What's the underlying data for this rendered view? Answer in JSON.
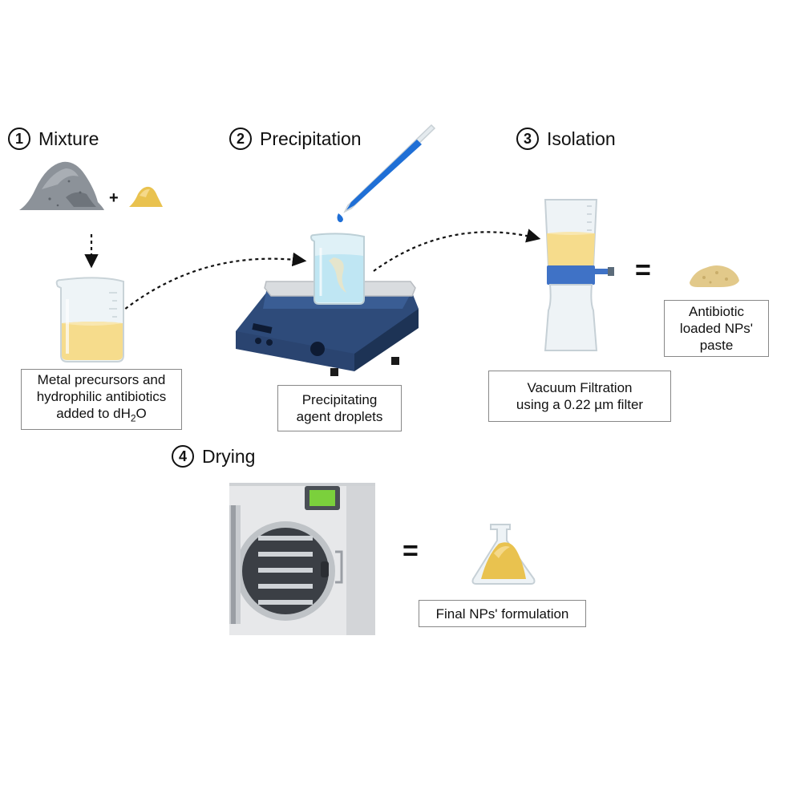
{
  "steps": [
    {
      "number": "1",
      "title": "Mixture"
    },
    {
      "number": "2",
      "title": "Precipitation"
    },
    {
      "number": "3",
      "title": "Isolation"
    },
    {
      "number": "4",
      "title": "Drying"
    }
  ],
  "labels": {
    "mixture": [
      "Metal precursors and",
      "hydrophilic antibiotics",
      "added to dH"
    ],
    "mixture_sub": "2",
    "mixture_tail": "O",
    "precipitation": [
      "Precipitating",
      "agent droplets"
    ],
    "isolation": [
      "Vacuum Filtration",
      "using a 0.22 µm filter"
    ],
    "paste": [
      "Antibiotic",
      "loaded NPs'",
      "paste"
    ],
    "final": "Final NPs' formulation"
  },
  "symbols": {
    "plus": "+",
    "equals": "="
  },
  "colors": {
    "grey_powder": "#8c9299",
    "yellow_powder": "#e9c24f",
    "liquid": "#f6dc8c",
    "stirrer_body": "#2e4b7a",
    "dropper_blue": "#1f6fd6",
    "filter_band": "#3f72c6",
    "paste": "#e2c98a",
    "freeze_dryer": "#e7e8ea",
    "screen": "#7bd03c"
  }
}
